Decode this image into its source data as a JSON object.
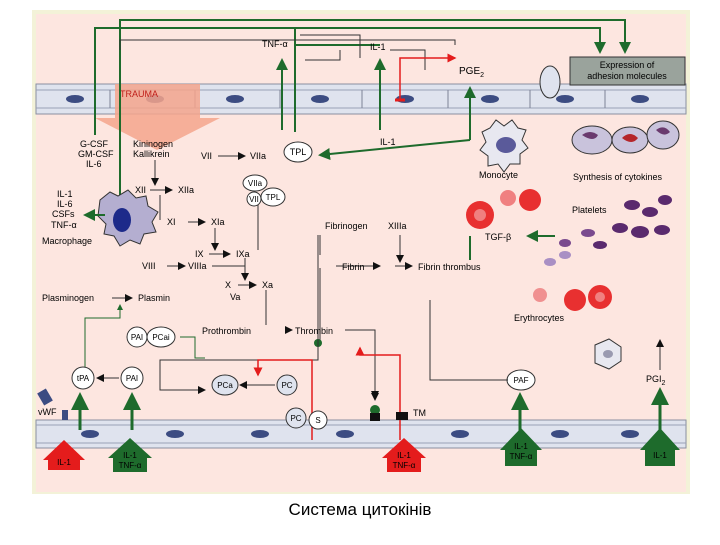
{
  "diagram": {
    "labels": {
      "trauma": "TRAUMA",
      "tnf_top": "TNF-α",
      "il1_top": "IL-1",
      "pge2": "PGE",
      "pge2_sub": "2",
      "expression_1": "Expression of",
      "expression_2": "adhesion molecules",
      "gcsf": "G-CSF",
      "gmcsf": "GM-CSF",
      "il6_a": "IL-6",
      "kininogen": "Kininogen",
      "kallikrein": "Kallikrein",
      "vii": "VII",
      "viia": "VIIa",
      "tpl_1": "TPL",
      "il1_mid": "IL-1",
      "monocyte": "Monocyte",
      "synthesis": "Synthesis of cytokines",
      "il1_left": "IL-1",
      "il6_left": "IL-6",
      "csfs": "CSFs",
      "tnf_left": "TNF-α",
      "xii": "XII",
      "xiia": "XIIa",
      "viia_b": "VIIa",
      "vii_b": "VII",
      "tpl_2": "TPL",
      "xi": "XI",
      "xia": "XIa",
      "macrophage": "Macrophage",
      "fibrinogen": "Fibrinogen",
      "xiiia": "XIIIa",
      "platelets": "Platelets",
      "ix": "IX",
      "ixa": "IXa",
      "tgf": "TGF-β",
      "viii": "VIII",
      "viiia": "VIIIa",
      "fibrin": "Fibrin",
      "fibrin_thrombus": "Fibrin thrombus",
      "x": "X",
      "xa": "Xa",
      "plasminogen": "Plasminogen",
      "plasmin": "Plasmin",
      "va": "Va",
      "erythrocytes": "Erythrocytes",
      "pai_1": "PAI",
      "pcai": "PCai",
      "prothrombin": "Prothrombin",
      "thrombin": "Thrombin",
      "tpa": "tPA",
      "pai_2": "PAI",
      "pca": "PCa",
      "pc": "PC",
      "paf": "PAF",
      "pgi2": "PGI",
      "pgi2_sub": "2",
      "vwf": "vWF",
      "tm": "TM",
      "pc_b": "PC",
      "s": "S",
      "il1_bottom_a": "IL-1",
      "il1_bottom_b": "IL-1",
      "tnf_bottom_b": "TNF-α",
      "il1_bottom_c": "IL-1",
      "tnf_bottom_c": "TNF-α",
      "il1_bottom_d": "IL-1",
      "tnf_bottom_d": "TNF-α",
      "il1_bottom_e": "IL-1"
    },
    "colors": {
      "inner_bg": "#fde6e0",
      "frame": "#f3f2d8",
      "endothelium": "#dfe3ee",
      "nucleus": "#3c4c82",
      "green_arrow": "#1e6b2c",
      "red_arrow": "#e41c1c",
      "trauma": "#f4a48c"
    }
  },
  "caption": "Система цитокінів"
}
